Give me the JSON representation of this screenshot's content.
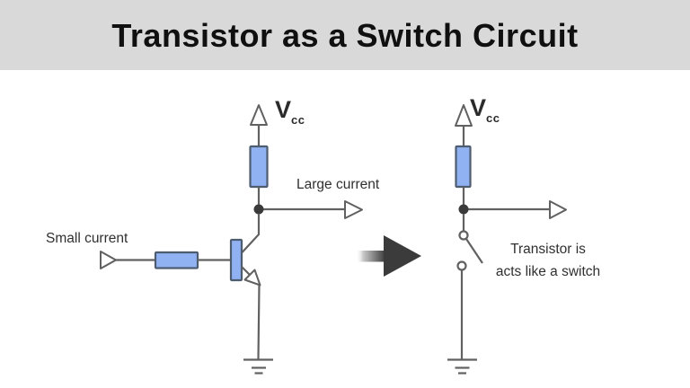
{
  "title": "Transistor as a Switch Circuit",
  "colors": {
    "banner_bg": "#d9d9d9",
    "title_color": "#101010",
    "wire": "#616161",
    "label_color": "#303030",
    "resistor_fill": "#91b2f2",
    "resistor_stroke": "#4e5c6f",
    "dot_color": "#3a3a3a",
    "dark_arrow": "#3b3b3b",
    "bg": "#ffffff"
  },
  "left_circuit": {
    "supply_label": "V",
    "supply_sub": "cc",
    "input_label": "Small current",
    "output_label": "Large current"
  },
  "right_circuit": {
    "supply_label": "V",
    "supply_sub": "cc",
    "note_line1": "Transistor is",
    "note_line2": "acts like a switch"
  }
}
